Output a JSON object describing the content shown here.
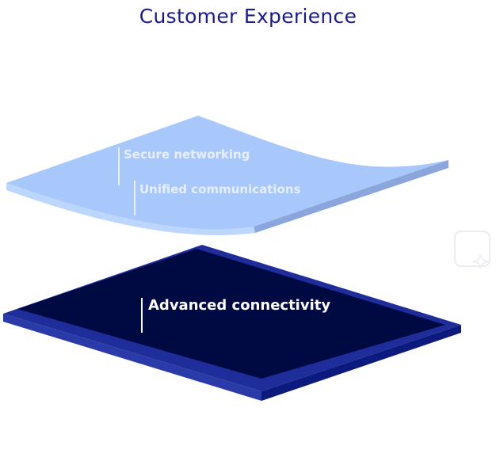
{
  "title": "Customer Experience",
  "layers": {
    "top": {
      "labels": [
        "Secure networking",
        "Unified communications"
      ],
      "colors": {
        "face": "#a8c8fb",
        "edge": "#bdd6fd",
        "side": "#8aa6dc",
        "text": "#e6efff"
      }
    },
    "bottom": {
      "labels": [
        "Advanced connectivity"
      ],
      "colors": {
        "face": "#000a42",
        "edge": "#1f2d9a",
        "side": "#0b1a7c",
        "text": "#ffffff"
      }
    }
  }
}
